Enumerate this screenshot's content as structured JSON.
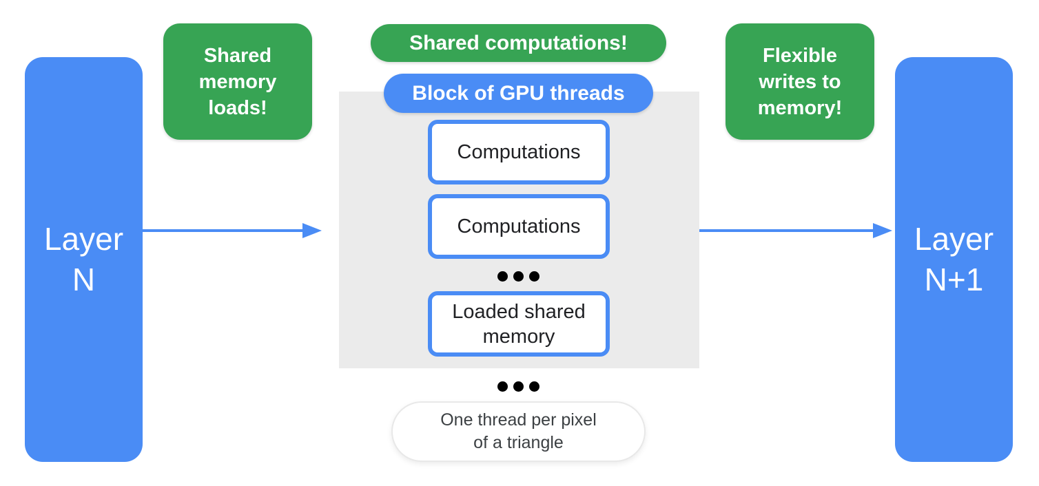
{
  "colors": {
    "blue": "#4A8CF5",
    "green": "#37A454",
    "panel_gray": "#EBEBEB",
    "dark_text": "#202124",
    "muted_text": "#3C4043",
    "white": "#FFFFFF",
    "footnote_border": "#E8E8E8",
    "dot_black": "#000000"
  },
  "left_layer": {
    "line1": "Layer",
    "line2": "N"
  },
  "right_layer": {
    "line1": "Layer",
    "line2": "N+1"
  },
  "callout_left": {
    "line1": "Shared",
    "line2": "memory",
    "line3": "loads!"
  },
  "callout_center": {
    "label": "Shared computations!"
  },
  "callout_right": {
    "line1": "Flexible",
    "line2": "writes to",
    "line3": "memory!"
  },
  "gpu_block": {
    "label": "Block of GPU threads",
    "box1": "Computations",
    "box2": "Computations",
    "box3": "Loaded shared memory"
  },
  "footnote": {
    "line1": "One thread per pixel",
    "line2": "of a triangle"
  }
}
